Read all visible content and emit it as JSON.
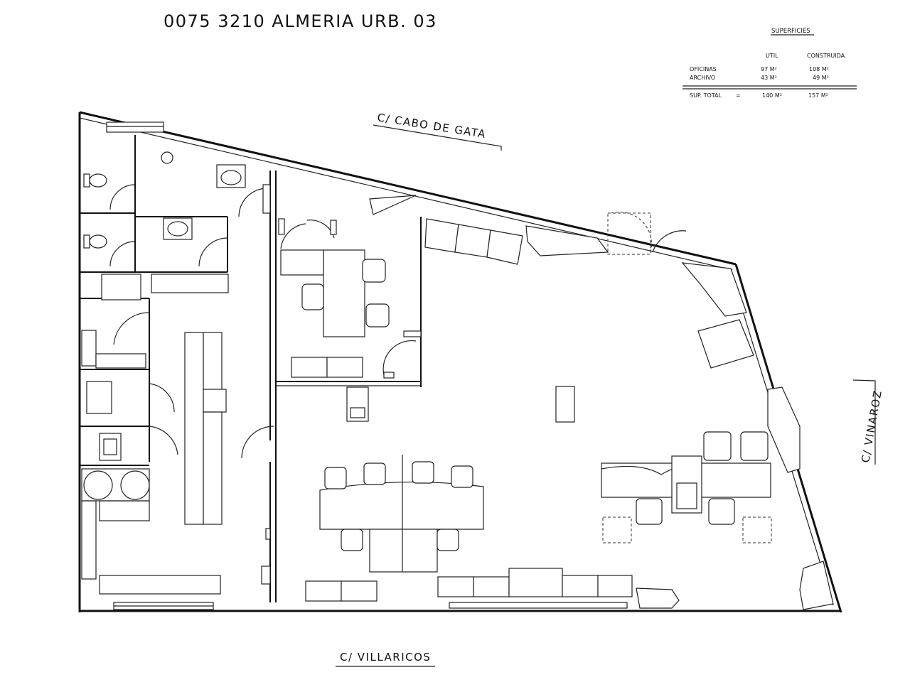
{
  "title": "0075 3210 ALMERIA URB. 03",
  "streets": {
    "north": "C/ CABO DE GATA",
    "east": "C/ VINAROZ",
    "south": "C/ VILLARICOS"
  },
  "surface_table": {
    "heading": "SUPERFICIES",
    "col_util": "UTIL",
    "col_construida": "CONSTRUIDA",
    "rows": [
      {
        "label": "OFICINAS",
        "util": "97 M²",
        "construida": "108 M²"
      },
      {
        "label": "ARCHIVO",
        "util": "43 M²",
        "construida": "49 M²"
      }
    ],
    "total": {
      "label": "SUP. TOTAL",
      "eq": "=",
      "util": "140 M²",
      "construida": "157 M²"
    }
  }
}
